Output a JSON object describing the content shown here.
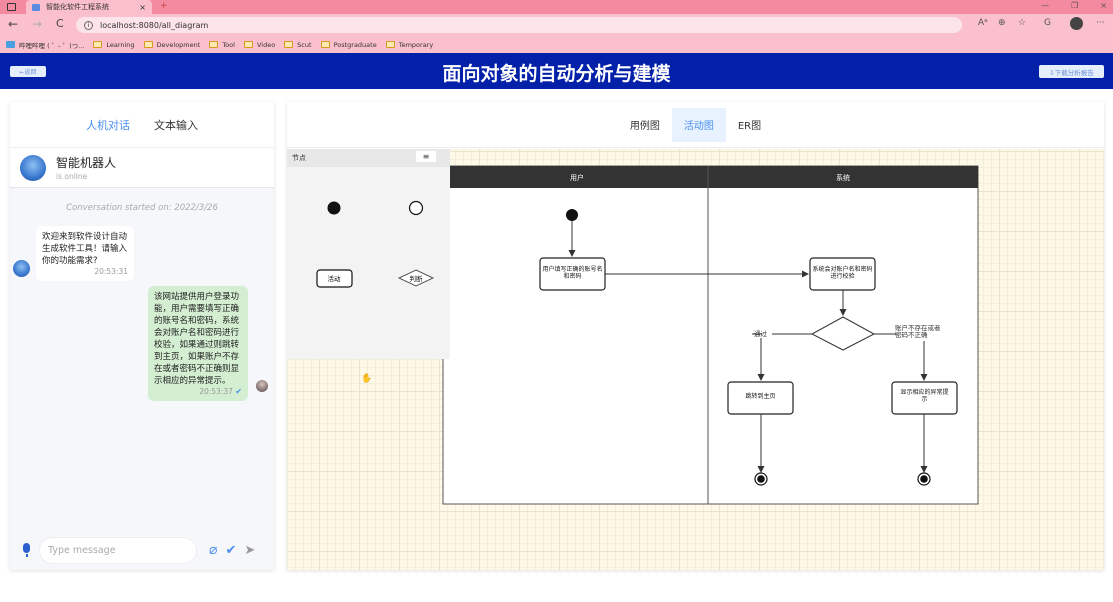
{
  "browser": {
    "tab_title": "智能化软件工程系统",
    "tab_close": "×",
    "new_tab": "+",
    "url": "localhost:8080/all_diagram",
    "back": "←",
    "forward": "→",
    "reload": "C",
    "window_controls": [
      "—",
      "❐",
      "×"
    ],
    "addr_icons": [
      "AA",
      "⊕",
      "☆",
      "G",
      "···"
    ],
    "bookmarks": [
      {
        "label": "哔哩哔哩 ( ゜- ゜)つ...",
        "icon": "bilibili-icon"
      },
      {
        "label": "Learning",
        "icon": "folder-icon"
      },
      {
        "label": "Development",
        "icon": "folder-icon"
      },
      {
        "label": "Tool",
        "icon": "folder-icon"
      },
      {
        "label": "Video",
        "icon": "folder-icon"
      },
      {
        "label": "Scut",
        "icon": "folder-icon"
      },
      {
        "label": "Postgraduate",
        "icon": "folder-icon"
      },
      {
        "label": "Temporary",
        "icon": "folder-icon"
      }
    ]
  },
  "header": {
    "back_label": "←返回",
    "title": "面向对象的自动分析与建模",
    "download_label": "⇩下载分析报告"
  },
  "chat": {
    "tabs": [
      {
        "label": "人机对话",
        "active": true
      },
      {
        "label": "文本输入",
        "active": false
      }
    ],
    "bot_name": "智能机器人",
    "bot_status": "is online",
    "conversation_started": "Conversation started on: 2022/3/26",
    "messages": [
      {
        "from": "bot",
        "text": "欢迎来到软件设计自动生成软件工具！请输入你的功能需求?",
        "time": "20:53:31"
      },
      {
        "from": "user",
        "text": "该网站提供用户登录功能，用户需要填写正确的账号名和密码，系统会对账户名和密码进行校验，如果通过则跳转到主页，如果账户不存在或者密码不正确则显示相应的异常提示。",
        "time": "20:53:37",
        "read": true
      }
    ],
    "input_placeholder": "Type message",
    "icons": {
      "mic": "microphone-icon",
      "attach": "paperclip-icon",
      "check": "check-icon",
      "send": "send-icon"
    }
  },
  "diagram": {
    "tabs": [
      {
        "label": "用例图",
        "active": false
      },
      {
        "label": "活动图",
        "active": true
      },
      {
        "label": "ER图",
        "active": false
      }
    ],
    "palette": {
      "title": "节点",
      "menu_icon": "≡",
      "items": [
        {
          "type": "initial-node"
        },
        {
          "type": "final-node"
        },
        {
          "type": "activity",
          "label": "活动"
        },
        {
          "type": "decision",
          "label": "判断"
        }
      ]
    },
    "swimlanes": [
      "用户",
      "系统"
    ],
    "nodes": {
      "user_input": "用户填写正确的账号名和密码",
      "system_check": "系统会对账户名和密码进行校验",
      "goto_home": "跳转到主页",
      "show_error": "显示相应的异常提示"
    },
    "edge_labels": {
      "pass": "通过",
      "fail": "账户不存在或者密码不正确"
    },
    "colors": {
      "lane_header": "#333333",
      "grid_bg": "#fdf9e6",
      "accent": "#4a8ef0",
      "header_bg": "#0320a8"
    }
  }
}
